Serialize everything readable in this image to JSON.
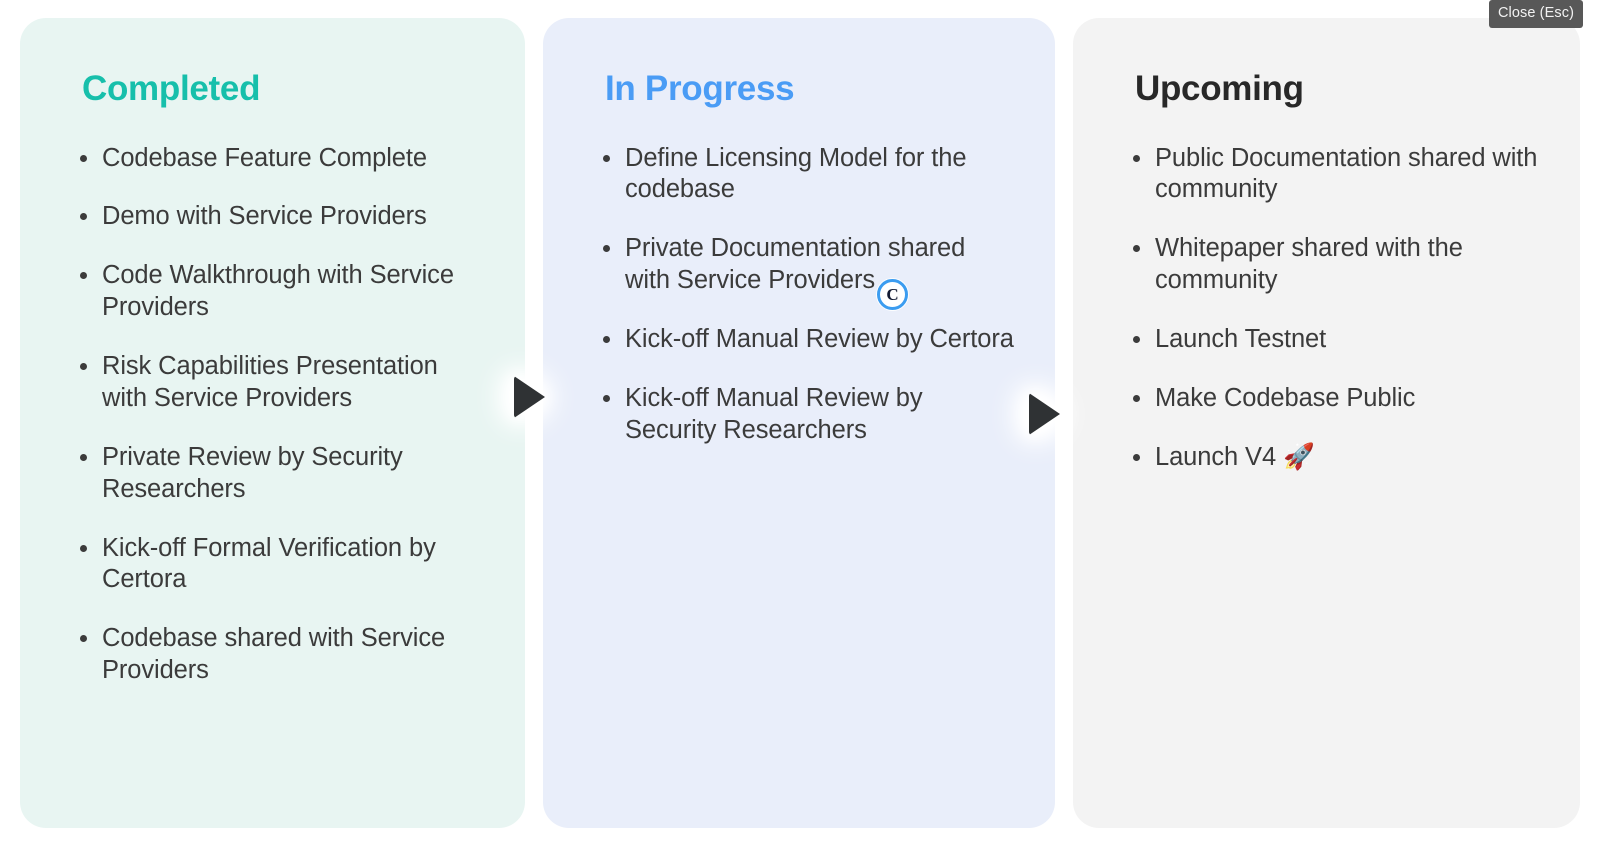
{
  "page": {
    "background_color": "#ffffff",
    "tooltip": {
      "label": "Close (Esc)",
      "background_color": "#585858",
      "text_color": "#f2f2f2"
    }
  },
  "cursor": {
    "name": "click-cursor",
    "glyph": "C",
    "ring_color": "#3b9cf0"
  },
  "carousel": {
    "prev_next_arrows": [
      {
        "name": "next-arrow-1",
        "glyph": "▶"
      },
      {
        "name": "next-arrow-2",
        "glyph": "▶"
      }
    ]
  },
  "columns": [
    {
      "id": "completed",
      "title": "Completed",
      "title_color": "#17bfab",
      "background_color": "#e8f5f2",
      "items": [
        "Codebase Feature Complete",
        "Demo with Service Providers",
        "Code Walkthrough with Service Providers",
        "Risk Capabilities Presentation with Service Providers",
        "Private Review by Security Researchers",
        "Kick-off Formal Verification by Certora",
        "Codebase shared with Service Providers"
      ]
    },
    {
      "id": "in-progress",
      "title": "In Progress",
      "title_color": "#4a9cf5",
      "background_color": "#e9eefa",
      "items": [
        "Define Licensing Model for the codebase",
        "Private Documentation shared with Service Providers",
        "Kick-off Manual Review by Certora",
        "Kick-off Manual Review by Security Researchers"
      ]
    },
    {
      "id": "upcoming",
      "title": "Upcoming",
      "title_color": "#282828",
      "background_color": "#f3f3f3",
      "items": [
        "Public Documentation shared with community",
        "Whitepaper shared with the community",
        "Launch Testnet",
        "Make Codebase Public",
        "Launch V4 🚀"
      ]
    }
  ]
}
